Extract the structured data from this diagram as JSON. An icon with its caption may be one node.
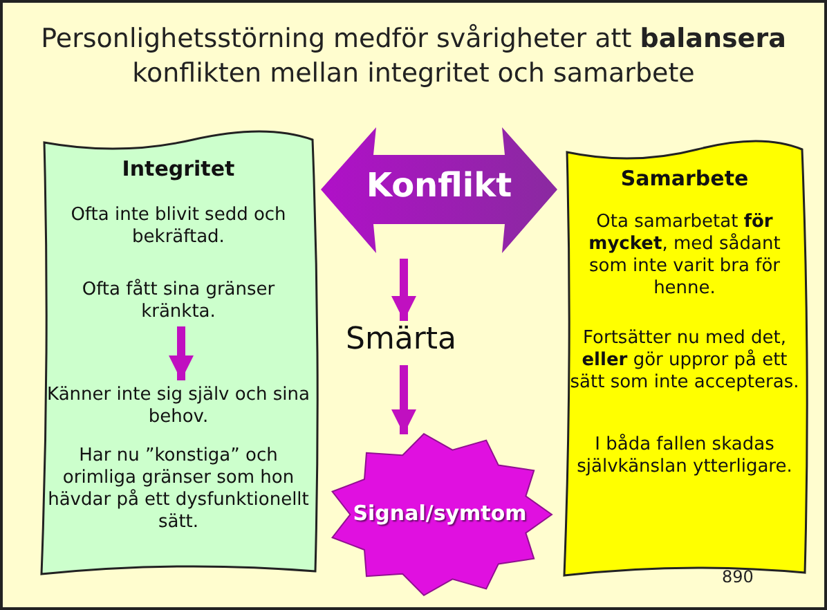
{
  "diagram": {
    "title": "Personlighetsstörning medför svårigheter att **balansera** konflikten mellan integritet och samarbete",
    "nodes": [
      {
        "text": [
          "Integritet"
        ]
      },
      {
        "text": [
          "Ofta inte blivit sedd och bekräftad."
        ],
        "in": 0
      },
      {
        "text": [
          "Ofta fått sina gränser kränkta."
        ],
        "in": 0
      },
      {
        "text": [
          "Känner inte sig själv och sina behov."
        ],
        "in": 0
      },
      {
        "text": [
          "Har nu ”konstiga” och orimliga gränser som hon hävdar på ett dysfunktionellt sätt."
        ],
        "in": 0
      },
      {
        "text": [
          "Konflikt"
        ]
      },
      {
        "text": [
          "Smärta"
        ]
      },
      {
        "text": [
          "Signal/symtom"
        ]
      },
      {
        "text": [
          "Samarbete"
        ]
      },
      {
        "text": [
          "Ota samarbetat **för mycket**, med sådant som inte varit bra för henne."
        ],
        "in": 8
      },
      {
        "text": [
          "Fortsätter nu med det, **eller** gör uppror på ett sätt som inte accepteras."
        ],
        "in": 8
      },
      {
        "text": [
          "I båda fallen skadas självkänslan ytterligare."
        ],
        "in": 8
      }
    ],
    "edges": [
      {
        "from": 2,
        "to": 3,
        "arrow": "to"
      },
      {
        "from": 5,
        "to": 6,
        "arrow": "to"
      },
      {
        "from": 6,
        "to": 7,
        "arrow": "to"
      }
    ],
    "labels": [
      "890"
    ]
  }
}
